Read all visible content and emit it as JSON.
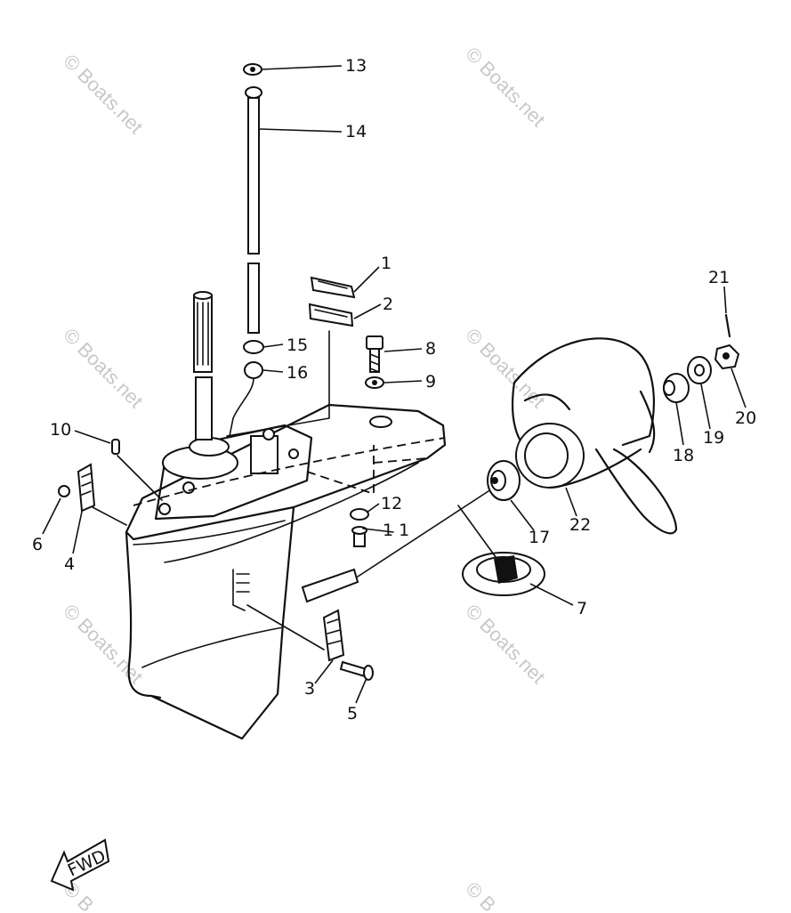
{
  "diagram": {
    "watermarks": [
      "© Boats.net",
      "© Boats.net",
      "© Boats.net",
      "© Boats.net",
      "© Boats.net",
      "© Boats.net",
      "© B",
      "© B"
    ],
    "part_labels": [
      "1",
      "2",
      "3",
      "4",
      "5",
      "6",
      "7",
      "8",
      "9",
      "10",
      "1 1",
      "12",
      "13",
      "14",
      "15",
      "16",
      "17",
      "18",
      "19",
      "20",
      "21",
      "22"
    ],
    "direction_badge": "FWD"
  }
}
